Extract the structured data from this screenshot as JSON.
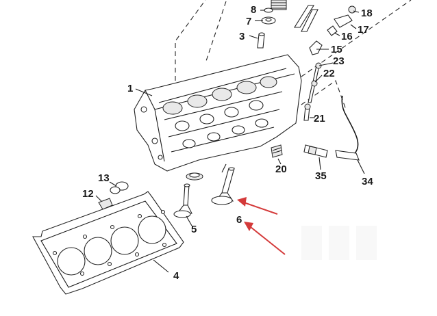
{
  "labels": {
    "l1": "1",
    "l3": "3",
    "l4": "4",
    "l5": "5",
    "l6": "6",
    "l7": "7",
    "l8": "8",
    "l12": "12",
    "l13": "13",
    "l15": "15",
    "l16": "16",
    "l17": "17",
    "l18": "18",
    "l20": "20",
    "l21": "21",
    "l22": "22",
    "l23": "23",
    "l34": "34",
    "l35": "35"
  },
  "colors": {
    "line": "#1a1a1a",
    "arrow": "#d43a3a",
    "background": "#ffffff"
  }
}
